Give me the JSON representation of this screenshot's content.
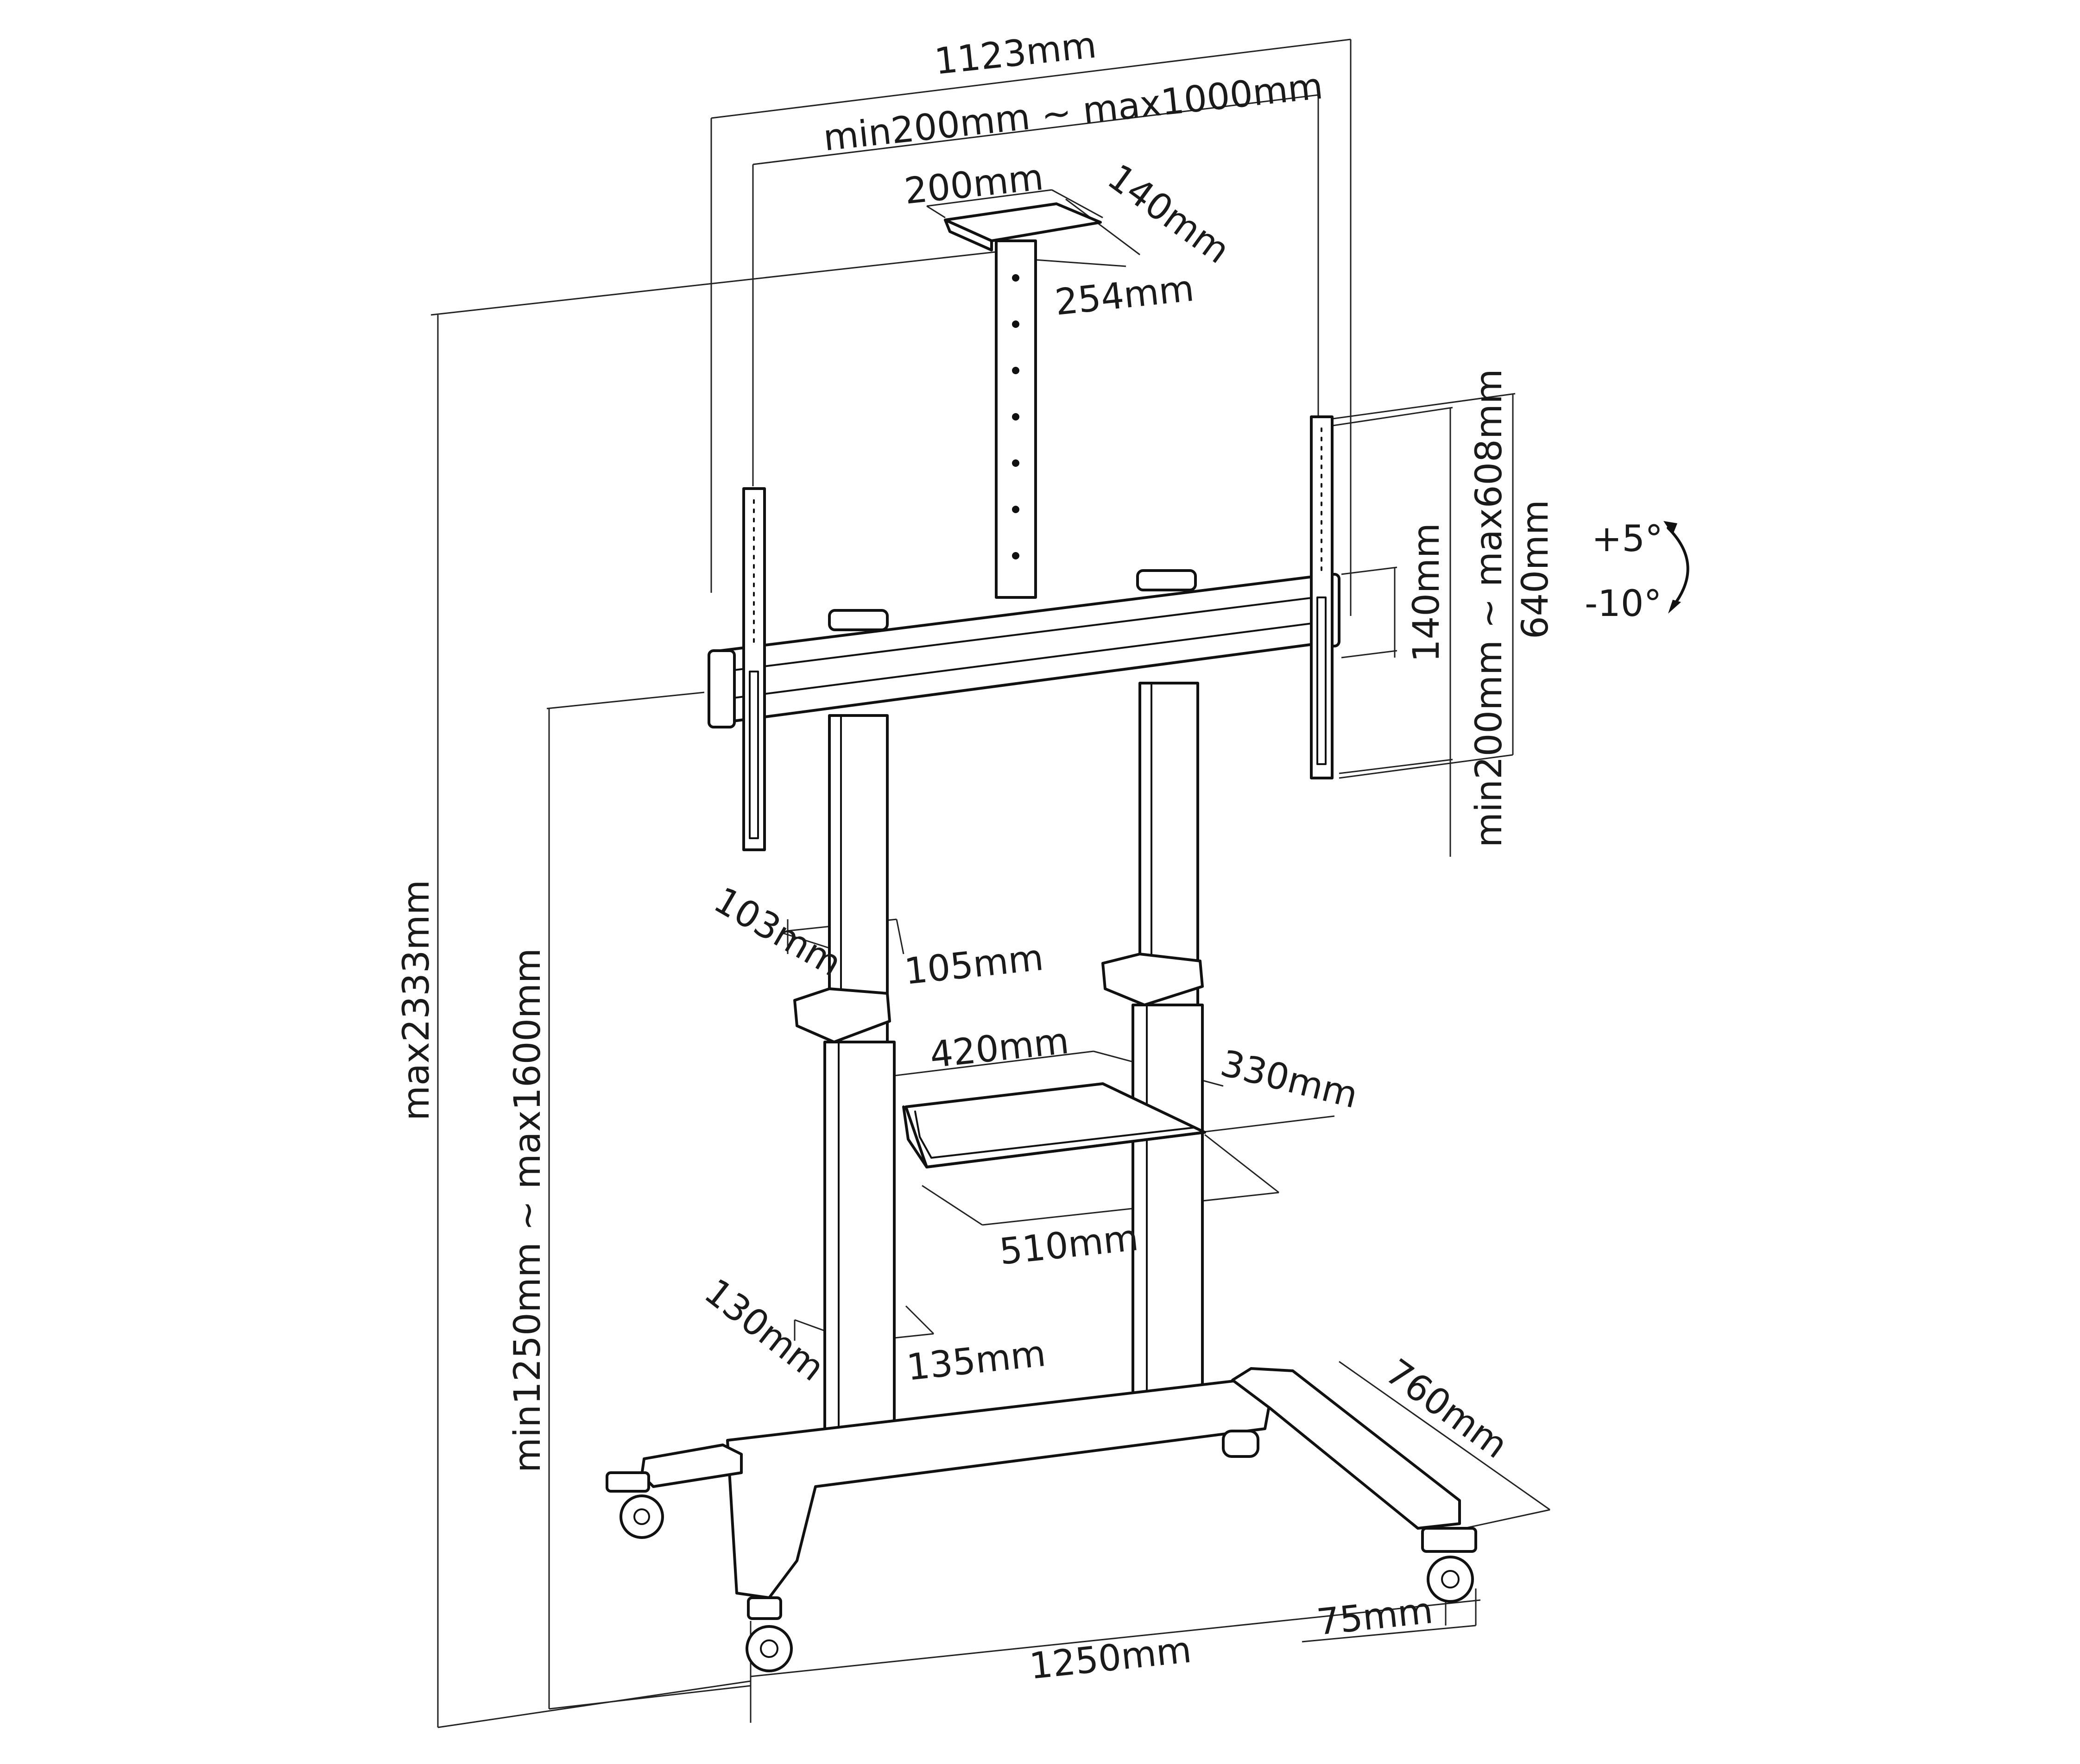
{
  "colors": {
    "line": "#111111",
    "dimension": "#222222",
    "background": "#ffffff"
  },
  "dimensions": {
    "overall_width": "1123mm",
    "vesa_width": "min200mm ~ max1000mm",
    "top_shelf_width": "200mm",
    "top_shelf_depth": "140mm",
    "top_shelf_height": "254mm",
    "bracket_offset": "140mm",
    "vesa_height": "min200mm ~ max608mm",
    "bracket_height": "640mm",
    "tilt_up": "+5°",
    "tilt_down": "-10°",
    "max_height": "max2333mm",
    "center_height": "min1250mm ~ max1600mm",
    "upper_pole_depth": "103mm",
    "upper_pole_width": "105mm",
    "shelf_width": "420mm",
    "shelf_depth": "330mm",
    "shelf_total": "510mm",
    "lower_pole_depth": "130mm",
    "lower_pole_width": "135mm",
    "base_depth": "760mm",
    "caster_height": "75mm",
    "base_width": "1250mm"
  }
}
